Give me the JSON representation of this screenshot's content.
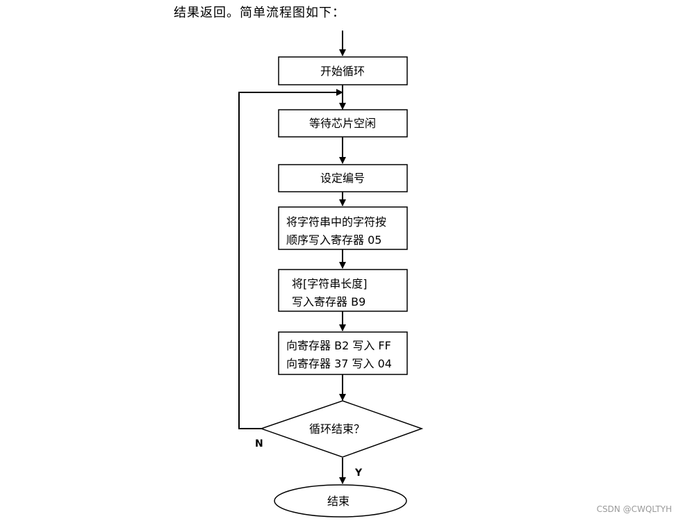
{
  "intro_text": "结果返回。简单流程图如下：",
  "nodes": {
    "start_loop": "开始循环",
    "wait_idle": "等待芯片空闲",
    "set_id": "设定编号",
    "write_string_line1": "将字符串中的字符按",
    "write_string_line2": "顺序写入寄存器 05",
    "write_length_line1": "将[字符串长度]",
    "write_length_line2": "写入寄存器 B9",
    "write_regs_line1": "向寄存器 B2 写入 FF",
    "write_regs_line2": "向寄存器 37 写入 04",
    "decision": "循环结束？",
    "end": "结束"
  },
  "branch_labels": {
    "no": "N",
    "yes": "Y"
  },
  "watermark": "CSDN @CWQLTYH"
}
